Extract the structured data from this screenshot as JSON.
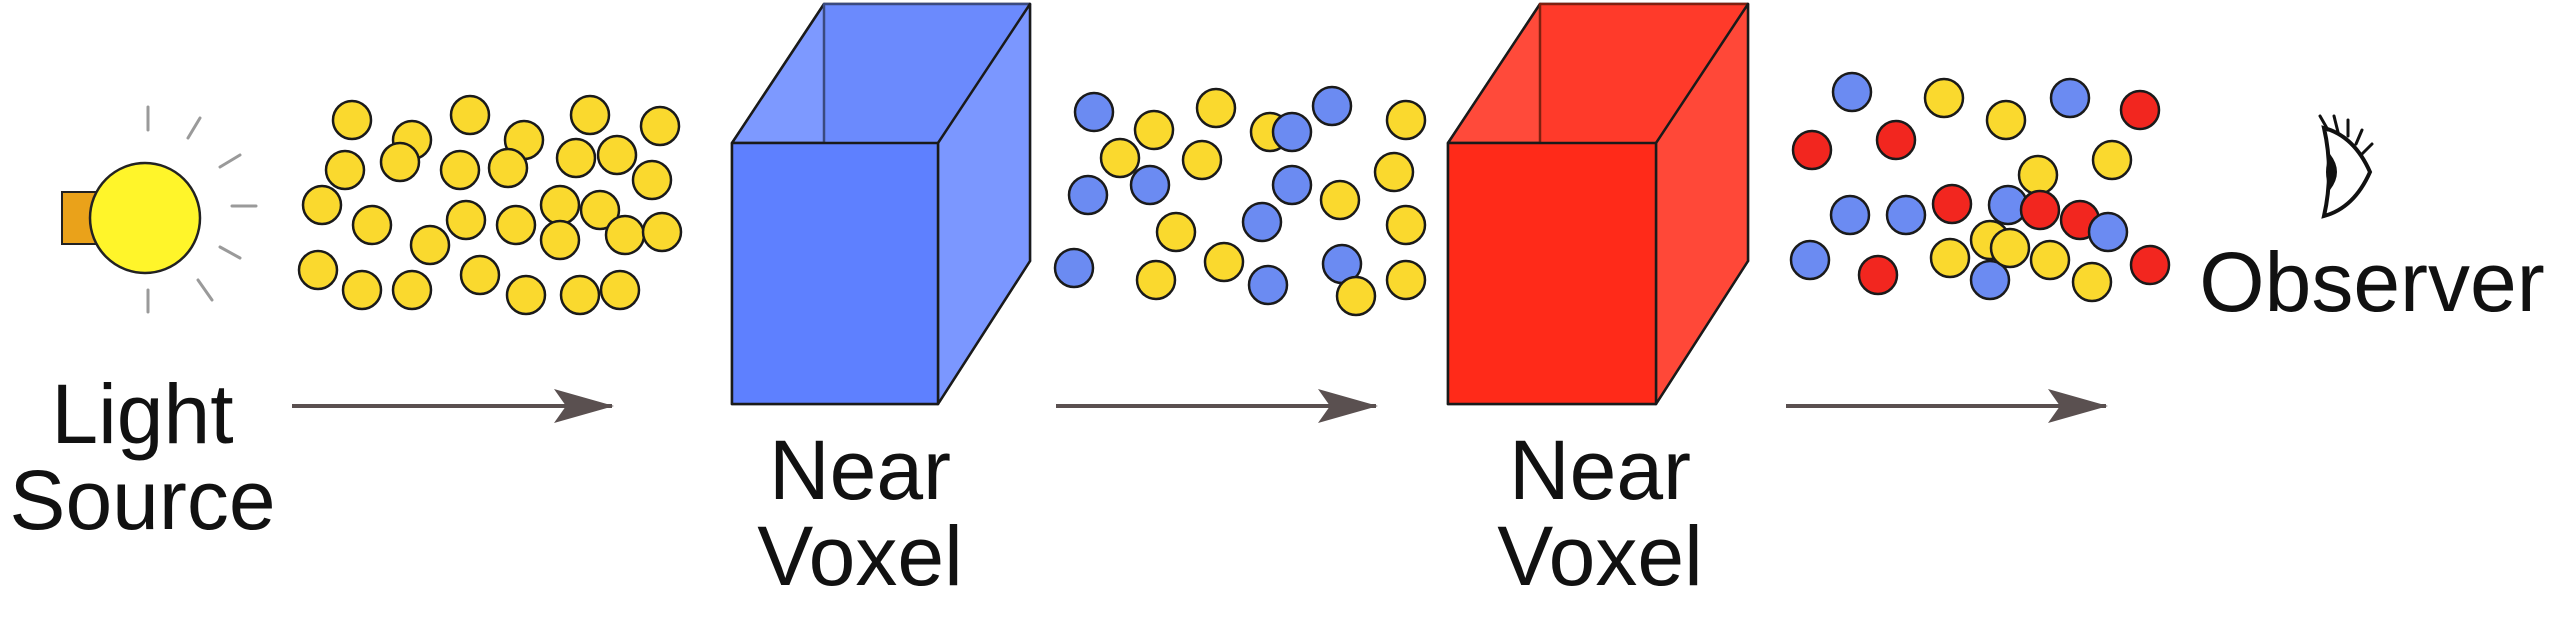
{
  "labels": {
    "light_source": [
      "Light",
      "Source"
    ],
    "voxel_1": [
      "Near",
      "Voxel"
    ],
    "voxel_2": [
      "Near",
      "Voxel"
    ],
    "observer": "Observer"
  },
  "colors": {
    "yellow_photon": "#FAD92E",
    "blue_photon": "#6B8BF2",
    "red_photon": "#F2261F",
    "blue_voxel": "#5E80FF",
    "red_voxel": "#FF2A19",
    "bulb": "#FFF52A",
    "bulb_base": "#EAA21A",
    "arrow": "#5A5050"
  },
  "icons": [
    "light-bulb-icon",
    "eye-icon",
    "arrow-icon"
  ],
  "photon_groups": [
    {
      "name": "photons-after-source",
      "colors": [
        "yellow",
        "yellow",
        "yellow",
        "yellow",
        "yellow",
        "yellow",
        "yellow",
        "yellow",
        "yellow",
        "yellow",
        "yellow",
        "yellow",
        "yellow",
        "yellow",
        "yellow",
        "yellow",
        "yellow",
        "yellow",
        "yellow",
        "yellow",
        "yellow",
        "yellow",
        "yellow",
        "yellow",
        "yellow",
        "yellow",
        "yellow",
        "yellow",
        "yellow",
        "yellow"
      ]
    },
    {
      "name": "photons-after-blue-voxel",
      "colors": [
        "blue",
        "yellow",
        "yellow",
        "yellow",
        "blue",
        "yellow",
        "yellow",
        "blue",
        "blue",
        "yellow",
        "blue",
        "yellow",
        "yellow",
        "blue",
        "yellow",
        "blue",
        "yellow",
        "yellow",
        "blue",
        "yellow",
        "blue",
        "yellow",
        "blue",
        "yellow"
      ]
    },
    {
      "name": "photons-after-red-voxel",
      "colors": [
        "blue",
        "yellow",
        "blue",
        "red",
        "red",
        "red",
        "yellow",
        "yellow",
        "yellow",
        "blue",
        "red",
        "blue",
        "red",
        "blue",
        "yellow",
        "yellow",
        "blue",
        "red",
        "yellow",
        "blue",
        "yellow",
        "red",
        "yellow",
        "blue",
        "red"
      ]
    }
  ]
}
